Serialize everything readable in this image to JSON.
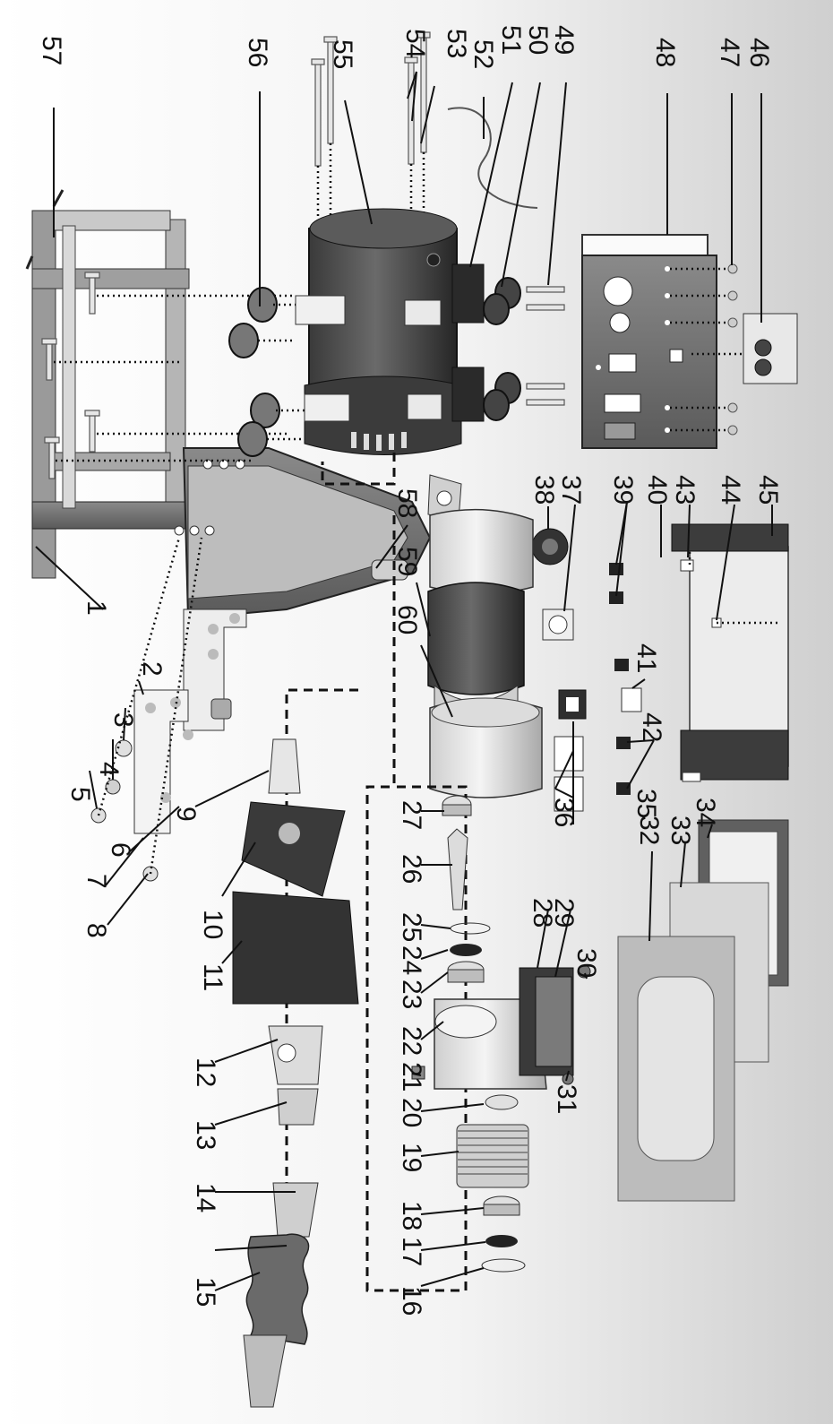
{
  "diagram": {
    "labels": [
      "1",
      "2",
      "3",
      "4",
      "5",
      "6",
      "7",
      "8",
      "9",
      "10",
      "11",
      "12",
      "13",
      "14",
      "15",
      "16",
      "17",
      "18",
      "19",
      "20",
      "21",
      "22",
      "23",
      "24",
      "25",
      "26",
      "27",
      "28",
      "29",
      "30",
      "31",
      "32",
      "33",
      "34",
      "35",
      "36",
      "37",
      "38",
      "39",
      "40",
      "41",
      "42",
      "43",
      "44",
      "45",
      "46",
      "47",
      "48",
      "49",
      "50",
      "51",
      "52",
      "53",
      "54",
      "55",
      "56",
      "57",
      "58",
      "59",
      "60"
    ]
  }
}
